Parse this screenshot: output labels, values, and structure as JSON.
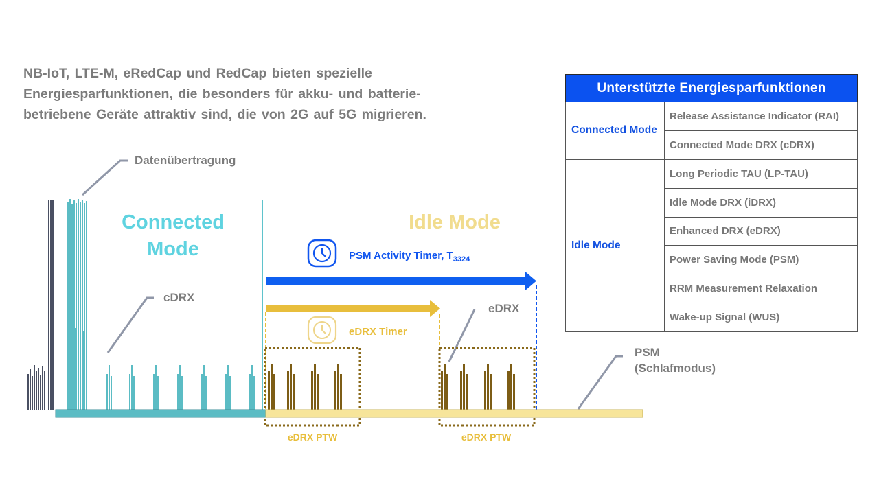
{
  "intro": {
    "lines": [
      "NB-IoT, LTE-M, eRedCap und RedCap bieten spezielle",
      "Energiesparfunktionen, die besonders für akku- und batterie-",
      "betriebene Geräte attraktiv sind, die von 2G auf 5G migrieren."
    ]
  },
  "diagram": {
    "data_transfer_label": "Datenübertragung",
    "connected_mode_label": [
      "Connected",
      "Mode"
    ],
    "idle_mode_label": "Idle Mode",
    "cdrx_label": "cDRX",
    "edrx_label": "eDRX",
    "psm_timer_label": "PSM Activity Timer, T",
    "psm_timer_subscript": "3324",
    "edrx_timer_label": "eDRX Timer",
    "psm_label": [
      "PSM",
      "(Schlafmodus)"
    ],
    "ptw_labels": [
      "eDRX PTW",
      "eDRX PTW"
    ],
    "icons": [
      "clock-icon",
      "clock-icon"
    ],
    "colors": {
      "connected": "#5bbcc4",
      "connected_text": "#5fd3e0",
      "idle_bar": "#f7e59a",
      "idle_text": "#f1dc8e",
      "psm_arrow": "#0f5ff0",
      "edrx_arrow": "#e8be3c",
      "edrx_pulse": "#7d5d16",
      "data_pulse": "#4a5063"
    }
  },
  "table": {
    "title": "Unterstützte Energiesparfunktionen",
    "groups": [
      {
        "name": "Connected Mode",
        "items": [
          "Release Assistance Indicator (RAI)",
          "Connected Mode DRX (cDRX)"
        ]
      },
      {
        "name": "Idle Mode",
        "items": [
          "Long Periodic TAU (LP-TAU)",
          "Idle Mode DRX (iDRX)",
          "Enhanced DRX (eDRX)",
          "Power Saving Mode (PSM)",
          "RRM Measurement Relaxation",
          "Wake-up Signal (WUS)"
        ]
      }
    ],
    "header_color": "#0b52f0"
  }
}
